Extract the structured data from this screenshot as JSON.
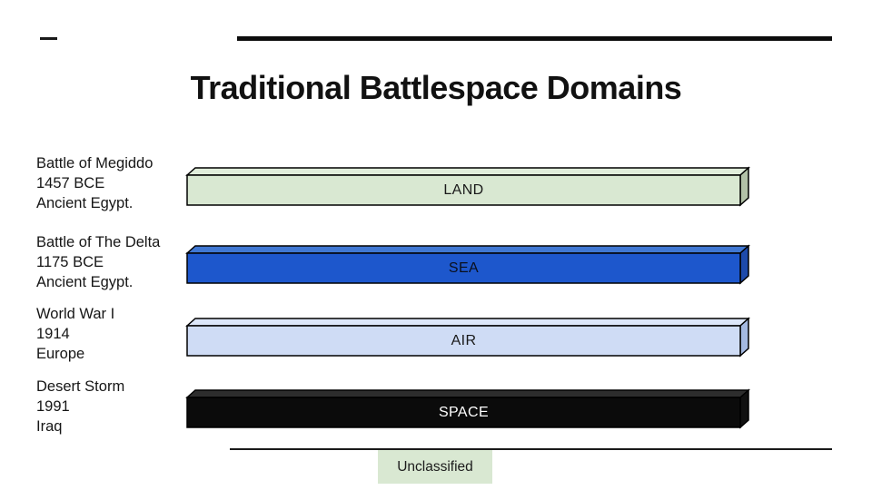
{
  "slide": {
    "title": "Traditional Battlespace Domains",
    "rows": [
      {
        "event": "Battle of Megiddo",
        "date": "1457 BCE",
        "location": "Ancient Egypt.",
        "domain": "LAND",
        "colors": {
          "front": "#d9e8d2",
          "top": "#e1eddb",
          "side": "#b2c1a7",
          "label": "#1a1a1a"
        }
      },
      {
        "event": "Battle of The Delta",
        "date": "1175 BCE",
        "location": "Ancient Egypt.",
        "domain": "SEA",
        "colors": {
          "front": "#1d57cc",
          "top": "#4078d3",
          "side": "#1d4aab",
          "label": "#0a0f1c"
        }
      },
      {
        "event": "World War I",
        "date": "1914",
        "location": "Europe",
        "domain": "AIR",
        "colors": {
          "front": "#cfdcf5",
          "top": "#dde7f9",
          "side": "#a4b9e1",
          "label": "#1a1a1a"
        }
      },
      {
        "event": "Desert Storm",
        "date": "1991",
        "location": "Iraq",
        "domain": "SPACE",
        "colors": {
          "front": "#0b0b0b",
          "top": "#2d2d2d",
          "side": "#111111",
          "label": "#ffffff"
        }
      }
    ],
    "footer": {
      "label": "Unclassified",
      "badge_color": "#d9e8d2"
    }
  }
}
